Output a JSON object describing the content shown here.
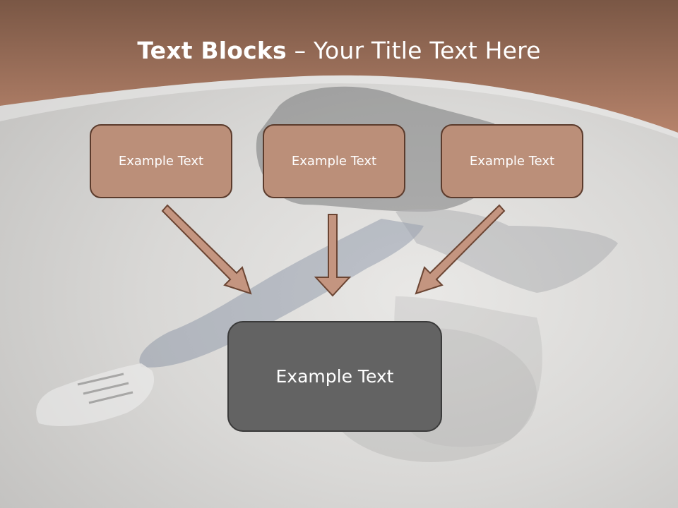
{
  "slide": {
    "title_bold": "Text Blocks",
    "title_dash": " – ",
    "title_rest": "Your Title Text Here",
    "blocks": [
      {
        "label": "Example Text"
      },
      {
        "label": "Example Text"
      },
      {
        "label": "Example Text"
      }
    ],
    "result_block": {
      "label": "Example Text"
    }
  },
  "colors": {
    "header_brown": "#a67a64",
    "block_fill": "#bb8f79",
    "block_border": "#5b3b2c",
    "result_fill": "#636363",
    "arrow_fill": "#c49580"
  }
}
